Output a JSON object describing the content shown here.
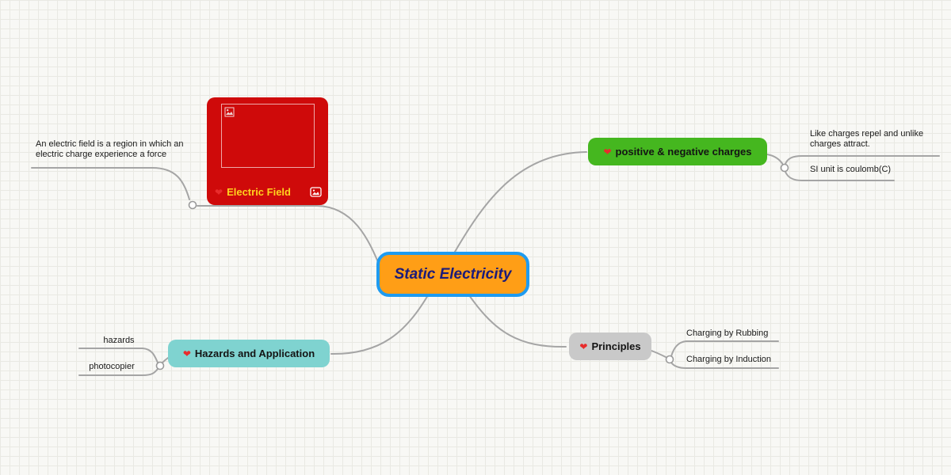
{
  "title": "Static Electricity Mind Map",
  "colors": {
    "center_fill": "#FF9E16",
    "center_border": "#1E9BF0",
    "center_text": "#1B1B7A",
    "electric_field_fill": "#CF0A0A",
    "electric_field_text": "#FFD21E",
    "charges_fill": "#45B71F",
    "hazards_fill": "#7FD3D0",
    "principles_fill": "#C9C9C9",
    "connector": "#A5A5A5"
  },
  "center": {
    "label": "Static Electricity"
  },
  "electric_field": {
    "heart": "❤",
    "label": "Electric Field",
    "note": "An electric field is a region in which an electric charge experience a force"
  },
  "charges": {
    "heart": "❤",
    "label": "positive & negative charges",
    "children": [
      "Like charges repel and unlike charges attract.",
      "SI unit is coulomb(C)"
    ]
  },
  "hazards": {
    "heart": "❤",
    "label": "Hazards and Application",
    "children": [
      "hazards",
      "photocopier"
    ]
  },
  "principles": {
    "heart": "❤",
    "label": "Principles",
    "children": [
      "Charging by Rubbing",
      "Charging by Induction"
    ]
  }
}
